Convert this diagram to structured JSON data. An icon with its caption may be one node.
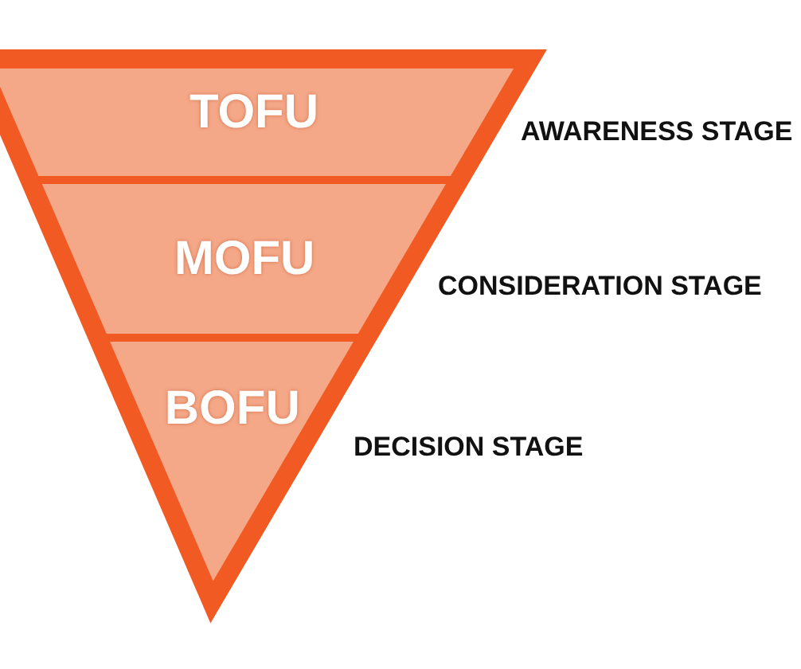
{
  "diagram": {
    "nodes": [
      {
        "text": [
          "TOFU"
        ],
        "beside": [
          "AWARENESS STAGE"
        ]
      },
      {
        "text": [
          "MOFU"
        ],
        "beside": [
          "CONSIDERATION STAGE"
        ]
      },
      {
        "text": [
          "BOFU"
        ],
        "beside": [
          "DECISION STAGE"
        ]
      }
    ]
  }
}
